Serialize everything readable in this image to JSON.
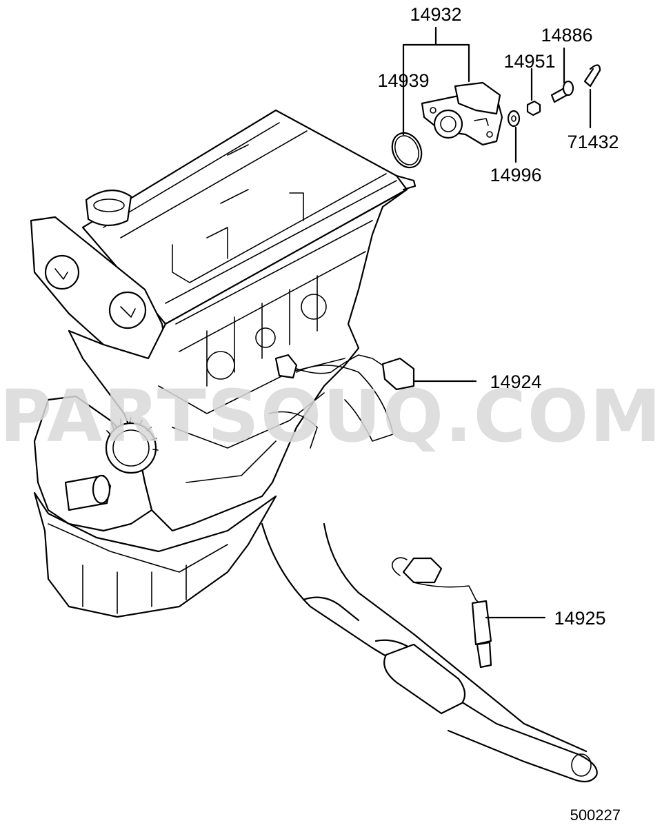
{
  "watermark": "PARTSOUQ.COM",
  "diagram_code": "500227",
  "parts": [
    {
      "id": "p14932",
      "label": "14932",
      "name": "throttle-position-sensor"
    },
    {
      "id": "p14939",
      "label": "14939",
      "name": "o-ring"
    },
    {
      "id": "p14886",
      "label": "14886",
      "name": "screw"
    },
    {
      "id": "p14951",
      "label": "14951",
      "name": "nut"
    },
    {
      "id": "p14996",
      "label": "14996",
      "name": "washer"
    },
    {
      "id": "p71432",
      "label": "71432",
      "name": "clip"
    },
    {
      "id": "p14924",
      "label": "14924",
      "name": "sensor-with-harness"
    },
    {
      "id": "p14925",
      "label": "14925",
      "name": "oxygen-sensor"
    }
  ]
}
